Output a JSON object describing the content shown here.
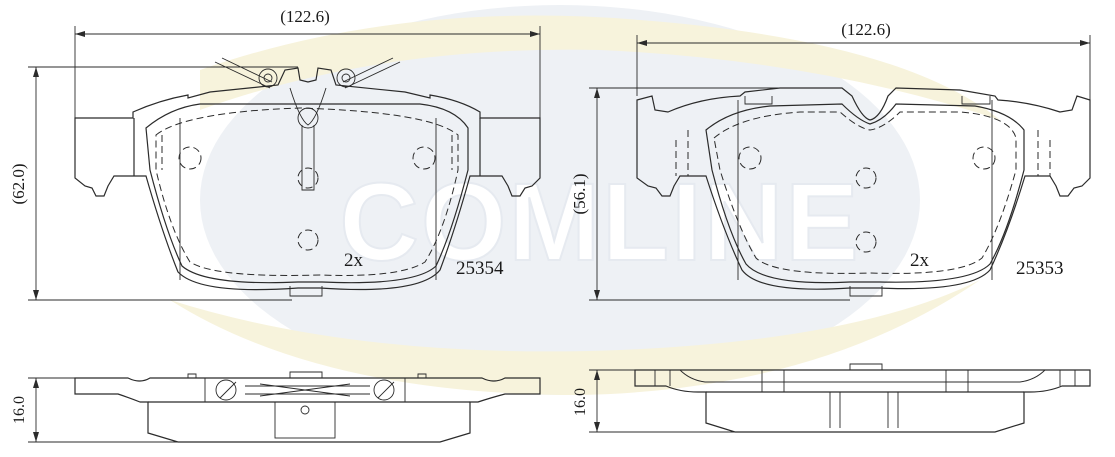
{
  "watermark": {
    "text": "COMLINE"
  },
  "left_pad": {
    "width_label": "(122.6)",
    "height_label": "(62.0)",
    "thickness_label": "16.0",
    "quantity_label": "2x",
    "part_number": "25354"
  },
  "right_pad": {
    "width_label": "(122.6)",
    "height_label": "(56.1)",
    "thickness_label": "16.0",
    "quantity_label": "2x",
    "part_number": "25353"
  },
  "colors": {
    "line": "#2b2b2b",
    "watermark_blue": "#eef1f5",
    "watermark_yellow": "#f7f3dc"
  }
}
